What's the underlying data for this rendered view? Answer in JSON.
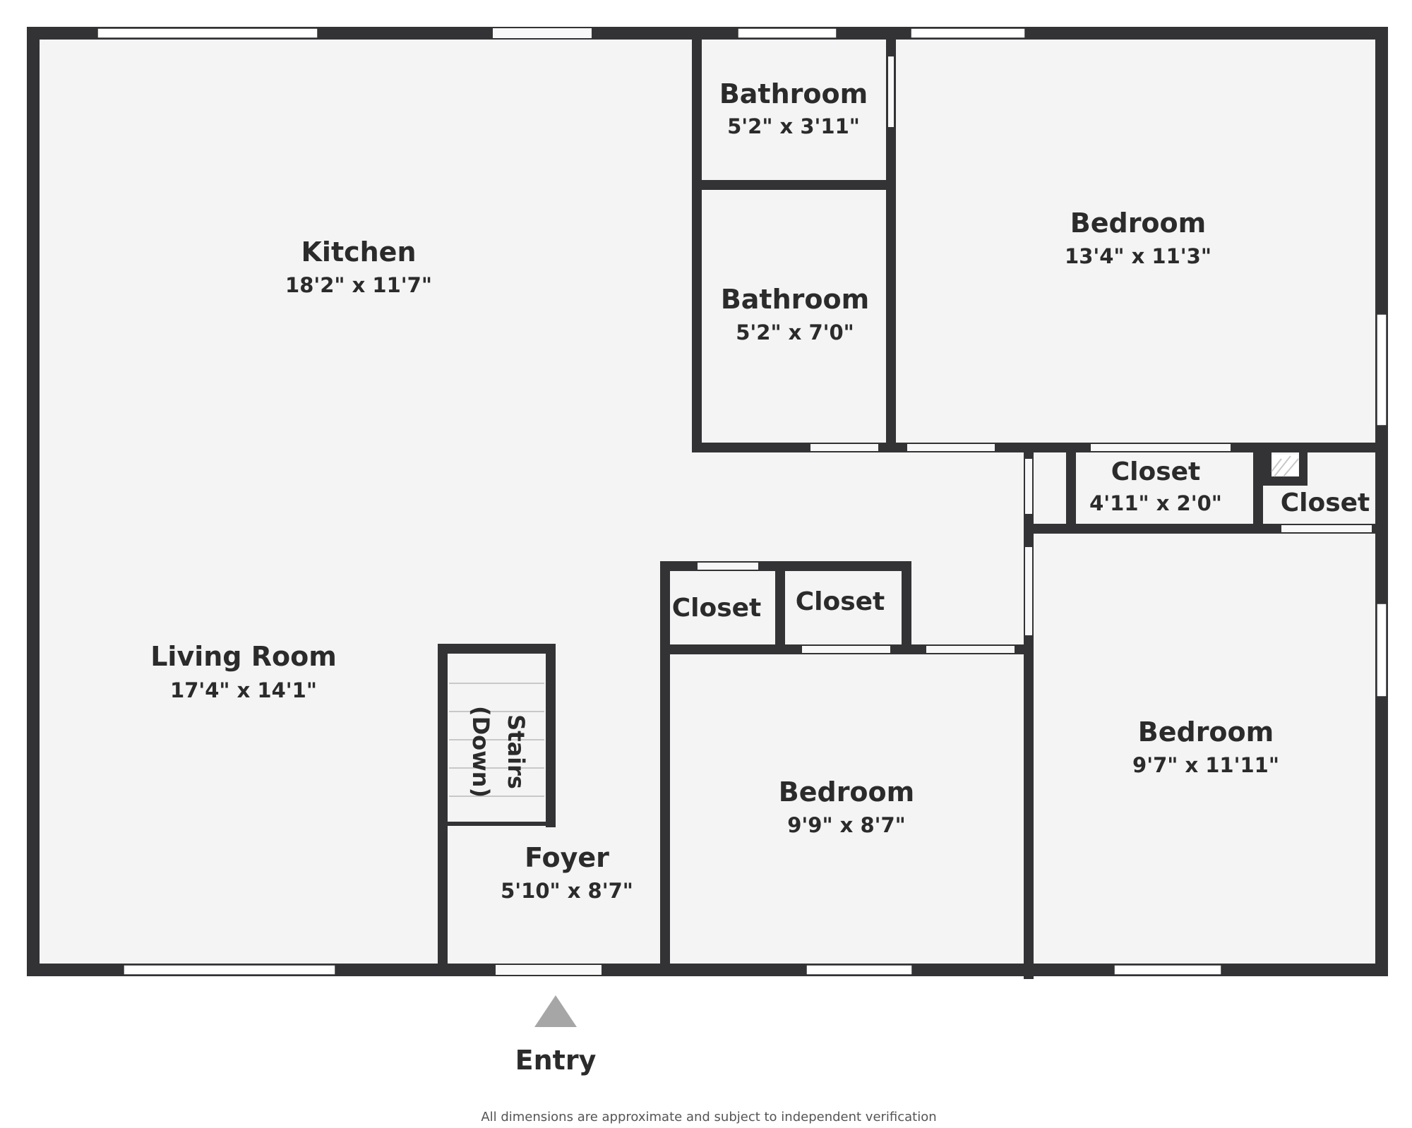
{
  "rooms": {
    "kitchen": {
      "name": "Kitchen",
      "dims": "18'2\" x 11'7\""
    },
    "living_room": {
      "name": "Living Room",
      "dims": "17'4\" x 14'1\""
    },
    "bathroom_small": {
      "name": "Bathroom",
      "dims": "5'2\" x 3'11\""
    },
    "bathroom_large": {
      "name": "Bathroom",
      "dims": "5'2\" x 7'0\""
    },
    "bedroom_top_right": {
      "name": "Bedroom",
      "dims": "13'4\" x 11'3\""
    },
    "closet_hall": {
      "name": "Closet",
      "dims": "4'11\" x 2'0\""
    },
    "closet_right": {
      "name": "Closet"
    },
    "closet_left": {
      "name": "Closet"
    },
    "closet_mid": {
      "name": "Closet"
    },
    "bedroom_center": {
      "name": "Bedroom",
      "dims": "9'9\" x 8'7\""
    },
    "bedroom_bottom_right": {
      "name": "Bedroom",
      "dims": "9'7\" x 11'11\""
    },
    "foyer": {
      "name": "Foyer",
      "dims": "5'10\" x 8'7\""
    }
  },
  "stairs": {
    "line1": "Stairs",
    "line2": "(Down)"
  },
  "entry": {
    "label": "Entry"
  },
  "disclaimer": "All dimensions are approximate and subject to independent verification"
}
